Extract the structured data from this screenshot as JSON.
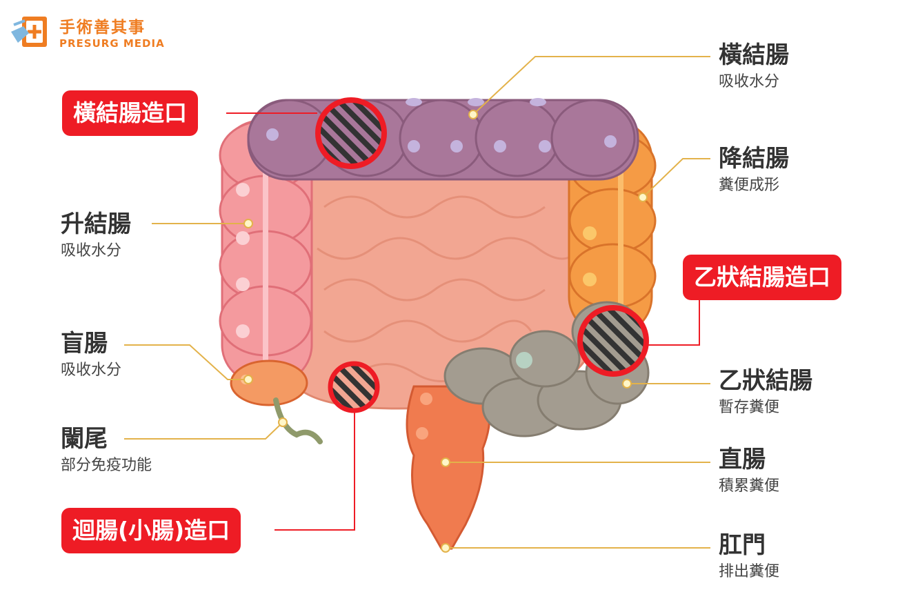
{
  "logo": {
    "title": "手術善其事",
    "subtitle": "PRESURG MEDIA"
  },
  "labels": {
    "transverse": {
      "name": "橫結腸",
      "desc": "吸收水分"
    },
    "descending": {
      "name": "降結腸",
      "desc": "糞便成形"
    },
    "ascending": {
      "name": "升結腸",
      "desc": "吸收水分"
    },
    "cecum": {
      "name": "盲腸",
      "desc": "吸收水分"
    },
    "appendix": {
      "name": "闌尾",
      "desc": "部分免疫功能"
    },
    "sigmoid": {
      "name": "乙狀結腸",
      "desc": "暫存糞便"
    },
    "rectum": {
      "name": "直腸",
      "desc": "積累糞便"
    },
    "anus": {
      "name": "肛門",
      "desc": "排出糞便"
    }
  },
  "stomas": {
    "transverse": "橫結腸造口",
    "sigmoid": "乙狀結腸造口",
    "ileum": "迴腸(小腸)造口"
  },
  "colors": {
    "brand": "#ef7d22",
    "stoma_red": "#ee1c25",
    "leader_line": "#e3b24a",
    "transverse_colon": "#a9779a",
    "ascending_colon": "#f49a9e",
    "descending_colon": "#f59b45",
    "sigmoid_colon": "#a39c90",
    "rectum": "#f07b4f",
    "small_intestine": "#f2a692"
  }
}
